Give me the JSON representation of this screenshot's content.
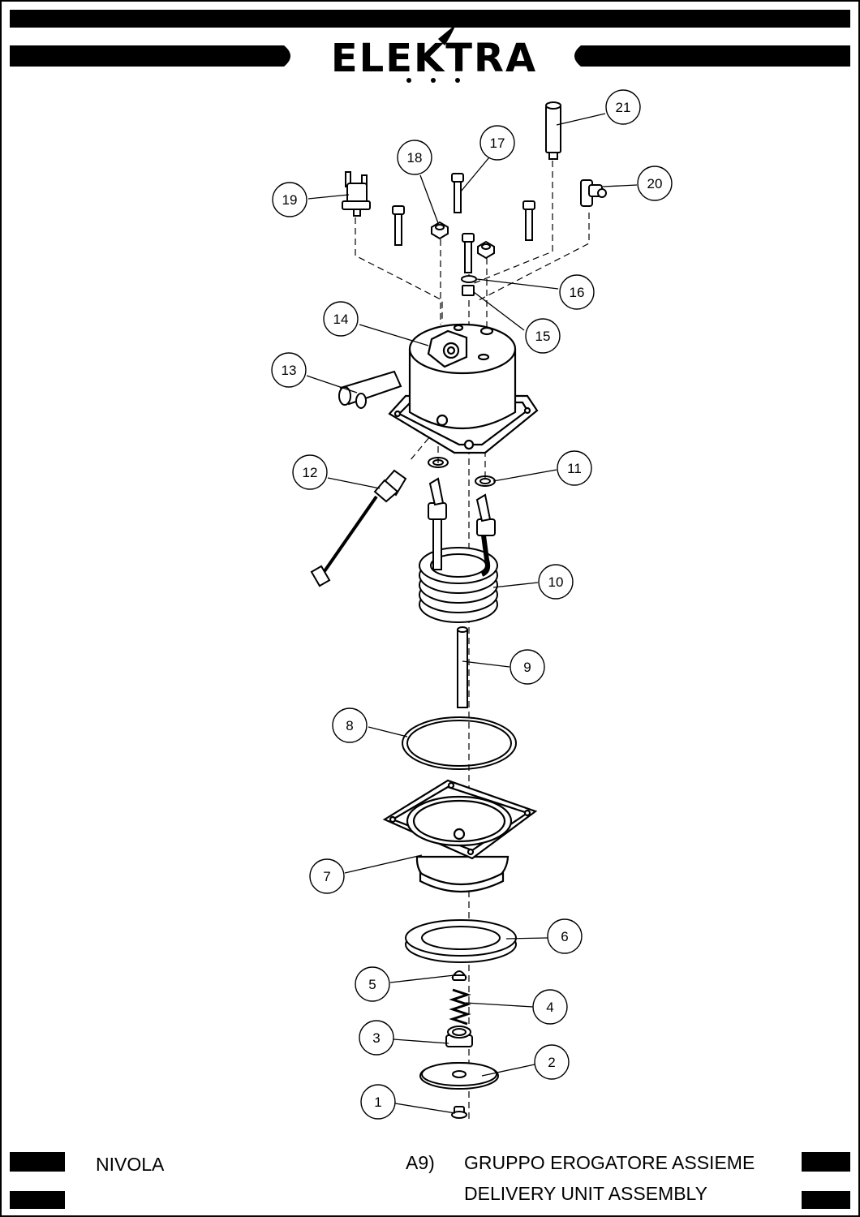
{
  "brand": {
    "logo_text": "ELEKTRA"
  },
  "footer": {
    "model": "NIVOLA",
    "section": "A9)",
    "title_it": "GRUPPO EROGATORE ASSIEME",
    "title_en": "DELIVERY UNIT ASSEMBLY"
  },
  "callouts": [
    "1",
    "2",
    "3",
    "4",
    "5",
    "6",
    "7",
    "8",
    "9",
    "10",
    "11",
    "12",
    "13",
    "14",
    "15",
    "16",
    "17",
    "18",
    "19",
    "20",
    "21"
  ]
}
